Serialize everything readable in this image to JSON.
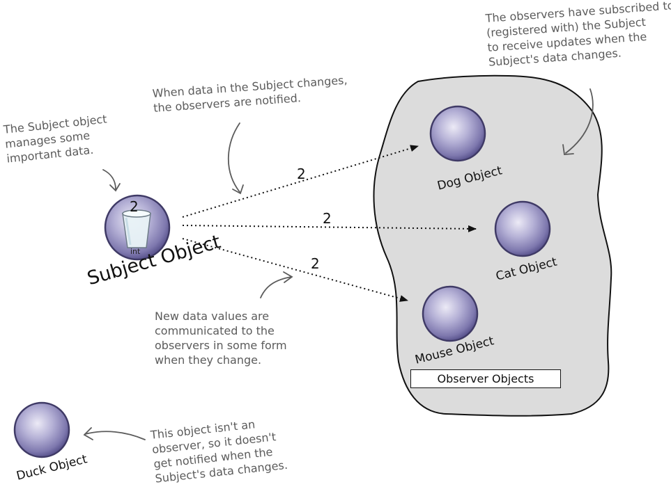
{
  "notes": {
    "subject_manages": "The Subject object\nmanages some\nimportant data.",
    "data_changes": "When data in the Subject changes,\nthe observers are notified.",
    "subscribed": "The observers have subscribed to\n(registered with) the Subject\nto receive updates when the\nSubject's data changes.",
    "new_values": "New data values are\ncommunicated to the\nobservers in some form\nwhen they change.",
    "not_observer": "This object isn't an\nobserver, so it doesn't\nget notified when the\nSubject's data changes."
  },
  "subject": {
    "label": "Subject Object",
    "value": "2",
    "type": "int"
  },
  "observers": {
    "dog": "Dog Object",
    "cat": "Cat Object",
    "mouse": "Mouse Object",
    "group_label": "Observer Objects"
  },
  "duck": "Duck Object",
  "messages": {
    "to_dog": "2",
    "to_cat": "2",
    "to_mouse": "2"
  },
  "colors": {
    "sphere_fill": "#b5b1d6",
    "sphere_edge": "#575087",
    "observer_region": "#dcdcdc",
    "note_text": "#5b5b5b"
  }
}
